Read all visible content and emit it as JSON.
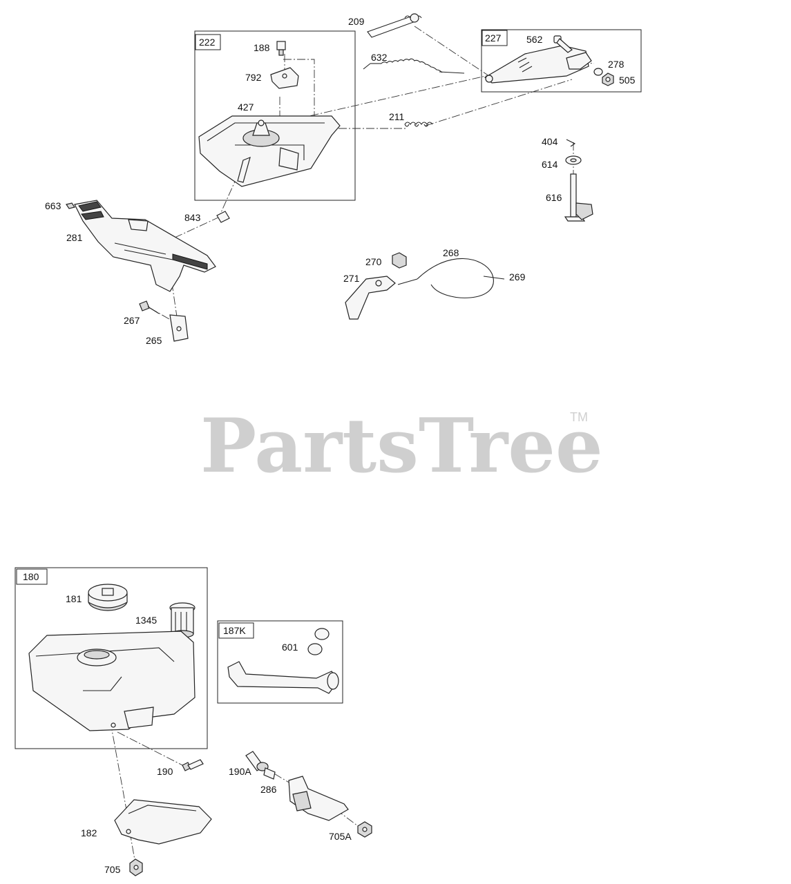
{
  "watermark": {
    "text": "PartsTree",
    "trademark": "TM"
  },
  "groups": {
    "g222": "222",
    "g227": "227",
    "g180": "180",
    "g187k": "187K"
  },
  "callouts": {
    "c209": "209",
    "c188": "188",
    "c792": "792",
    "c427": "427",
    "c632": "632",
    "c562": "562",
    "c278": "278",
    "c505": "505",
    "c211": "211",
    "c404": "404",
    "c614": "614",
    "c616": "616",
    "c663": "663",
    "c281": "281",
    "c843": "843",
    "c270": "270",
    "c268": "268",
    "c271": "271",
    "c269": "269",
    "c267": "267",
    "c265": "265",
    "c181": "181",
    "c1345": "1345",
    "c601": "601",
    "c190": "190",
    "c190a": "190A",
    "c286": "286",
    "c182": "182",
    "c705a": "705A",
    "c705": "705"
  }
}
